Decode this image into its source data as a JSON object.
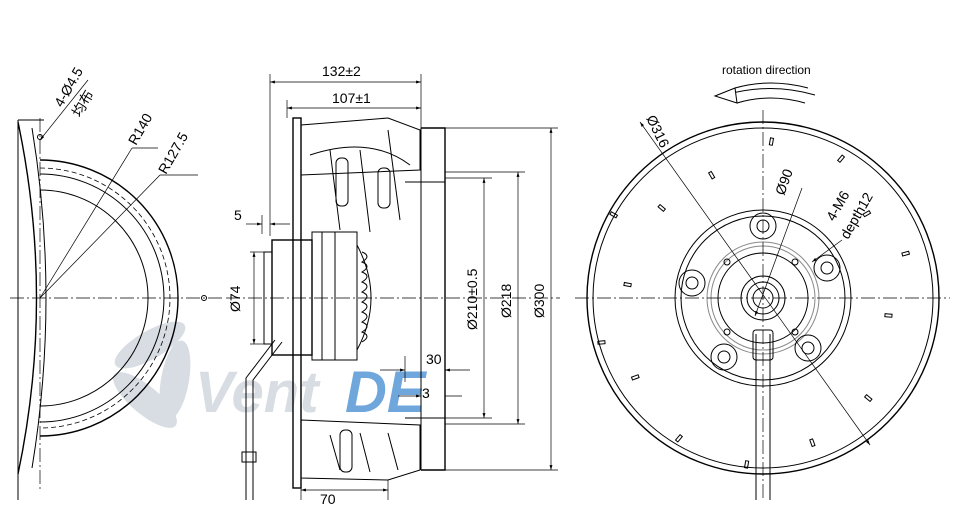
{
  "watermark": {
    "text": "Vent",
    "text_accent": "DE",
    "color": "#d8dde3",
    "accent_color": "#6fa6dc"
  },
  "left_view": {
    "hole_label": "4-Ø4.5",
    "hole_note": "均布",
    "r1": "R140",
    "r2": "R127.5"
  },
  "side_view": {
    "d_132": "132±2",
    "d_107": "107±1",
    "d_5": "5",
    "d_74": "Ø74",
    "d_210": "Ø210±0.5",
    "d_218": "Ø218",
    "d_300": "Ø300",
    "d_30": "30",
    "d_3": "3",
    "d_70": "70"
  },
  "front_view": {
    "rotation": "rotation direction",
    "d_316": "Ø316",
    "d_90": "Ø90",
    "m6": "4-M6",
    "depth": "depth12"
  }
}
